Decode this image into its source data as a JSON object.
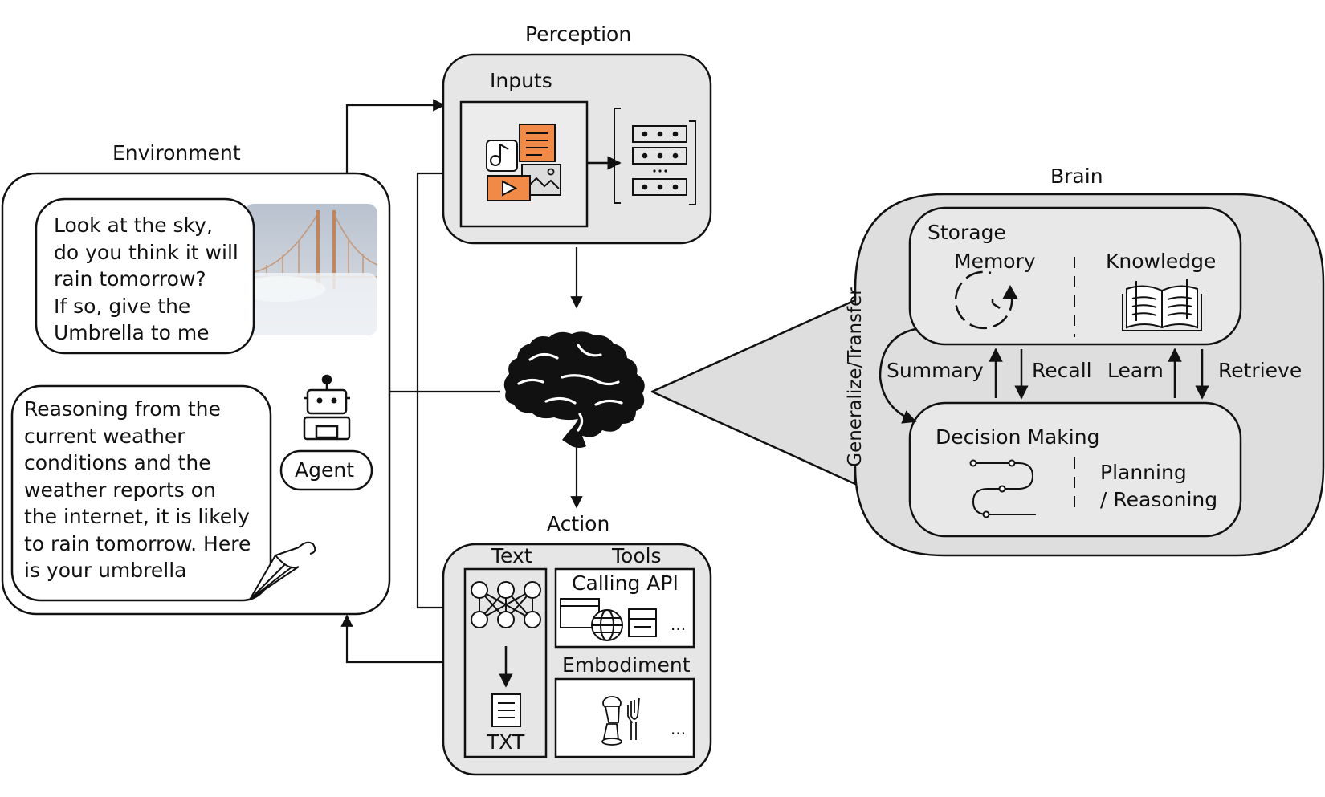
{
  "perception": {
    "title": "Perception",
    "inputs_label": "Inputs"
  },
  "environment": {
    "title": "Environment",
    "user_message": [
      "Look at the sky,",
      "do you think it will",
      "rain tomorrow?",
      "If so, give the",
      "Umbrella to me"
    ],
    "agent_message": [
      "Reasoning from the",
      "current weather",
      "conditions and the",
      "weather reports on",
      "the internet, it is likely",
      "to rain tomorrow. Here",
      "is your umbrella"
    ],
    "agent_label": "Agent"
  },
  "brain": {
    "title": "Brain",
    "storage_label": "Storage",
    "memory_label": "Memory",
    "knowledge_label": "Knowledge",
    "generalize_label": "Generalize/Transfer",
    "summary_label": "Summary",
    "recall_label": "Recall",
    "learn_label": "Learn",
    "retrieve_label": "Retrieve",
    "decision_label": "Decision Making",
    "planning_line1": "Planning",
    "planning_line2": "/ Reasoning"
  },
  "action": {
    "title": "Action",
    "text_label": "Text",
    "tools_label": "Tools",
    "calling_api_label": "Calling API",
    "embodiment_label": "Embodiment",
    "txt_label": "TXT",
    "ellipsis": "..."
  },
  "colors": {
    "panel_gray": "#e6e6e6",
    "brain_gray": "#dedede",
    "accent_orange": "#f08a46",
    "stroke": "#111111"
  }
}
